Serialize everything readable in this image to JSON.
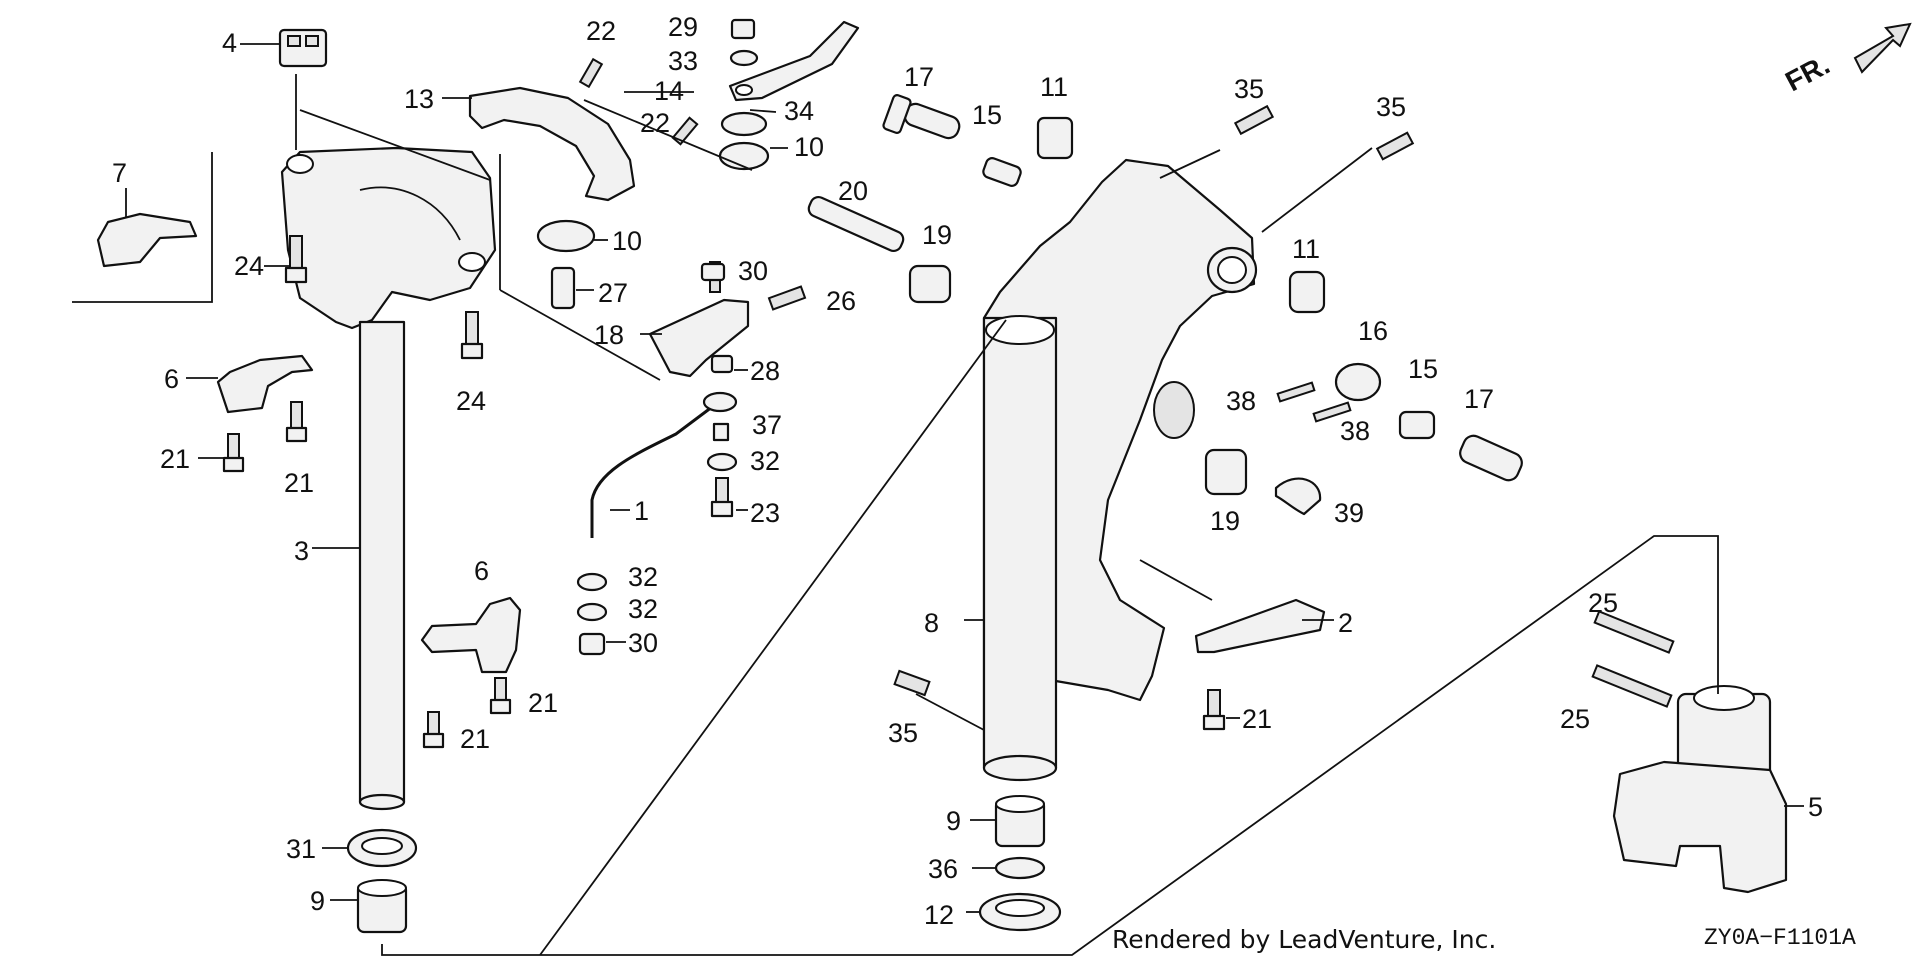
{
  "diagram": {
    "direction_marker": "FR.",
    "footer_credit": "Rendered by LeadVenture, Inc.",
    "drawing_code": "ZY0A−F1101A",
    "callouts": [
      {
        "id": "c4",
        "num": "4"
      },
      {
        "id": "c7",
        "num": "7"
      },
      {
        "id": "c24a",
        "num": "24"
      },
      {
        "id": "c24b",
        "num": "24"
      },
      {
        "id": "c6a",
        "num": "6"
      },
      {
        "id": "c21a",
        "num": "21"
      },
      {
        "id": "c21b",
        "num": "21"
      },
      {
        "id": "c3",
        "num": "3"
      },
      {
        "id": "c31",
        "num": "31"
      },
      {
        "id": "c9a",
        "num": "9"
      },
      {
        "id": "c13",
        "num": "13"
      },
      {
        "id": "c22a",
        "num": "22"
      },
      {
        "id": "c22b",
        "num": "22"
      },
      {
        "id": "c29",
        "num": "29"
      },
      {
        "id": "c33",
        "num": "33"
      },
      {
        "id": "c14",
        "num": "14"
      },
      {
        "id": "c34",
        "num": "34"
      },
      {
        "id": "c10a",
        "num": "10"
      },
      {
        "id": "c10b",
        "num": "10"
      },
      {
        "id": "c27",
        "num": "27"
      },
      {
        "id": "c30a",
        "num": "30"
      },
      {
        "id": "c26",
        "num": "26"
      },
      {
        "id": "c18",
        "num": "18"
      },
      {
        "id": "c28",
        "num": "28"
      },
      {
        "id": "c37",
        "num": "37"
      },
      {
        "id": "c32a",
        "num": "32"
      },
      {
        "id": "c1",
        "num": "1"
      },
      {
        "id": "c23",
        "num": "23"
      },
      {
        "id": "c32b",
        "num": "32"
      },
      {
        "id": "c32c",
        "num": "32"
      },
      {
        "id": "c30b",
        "num": "30"
      },
      {
        "id": "c6b",
        "num": "6"
      },
      {
        "id": "c21c",
        "num": "21"
      },
      {
        "id": "c21d",
        "num": "21"
      },
      {
        "id": "c17a",
        "num": "17"
      },
      {
        "id": "c15a",
        "num": "15"
      },
      {
        "id": "c11a",
        "num": "11"
      },
      {
        "id": "c20",
        "num": "20"
      },
      {
        "id": "c19a",
        "num": "19"
      },
      {
        "id": "c35a",
        "num": "35"
      },
      {
        "id": "c35b",
        "num": "35"
      },
      {
        "id": "c11b",
        "num": "11"
      },
      {
        "id": "c16",
        "num": "16"
      },
      {
        "id": "c38a",
        "num": "38"
      },
      {
        "id": "c38b",
        "num": "38"
      },
      {
        "id": "c15b",
        "num": "15"
      },
      {
        "id": "c17b",
        "num": "17"
      },
      {
        "id": "c19b",
        "num": "19"
      },
      {
        "id": "c39",
        "num": "39"
      },
      {
        "id": "c8",
        "num": "8"
      },
      {
        "id": "c2",
        "num": "2"
      },
      {
        "id": "c35c",
        "num": "35"
      },
      {
        "id": "c21e",
        "num": "21"
      },
      {
        "id": "c9b",
        "num": "9"
      },
      {
        "id": "c36",
        "num": "36"
      },
      {
        "id": "c12",
        "num": "12"
      },
      {
        "id": "c25a",
        "num": "25"
      },
      {
        "id": "c25b",
        "num": "25"
      },
      {
        "id": "c5",
        "num": "5"
      }
    ]
  }
}
